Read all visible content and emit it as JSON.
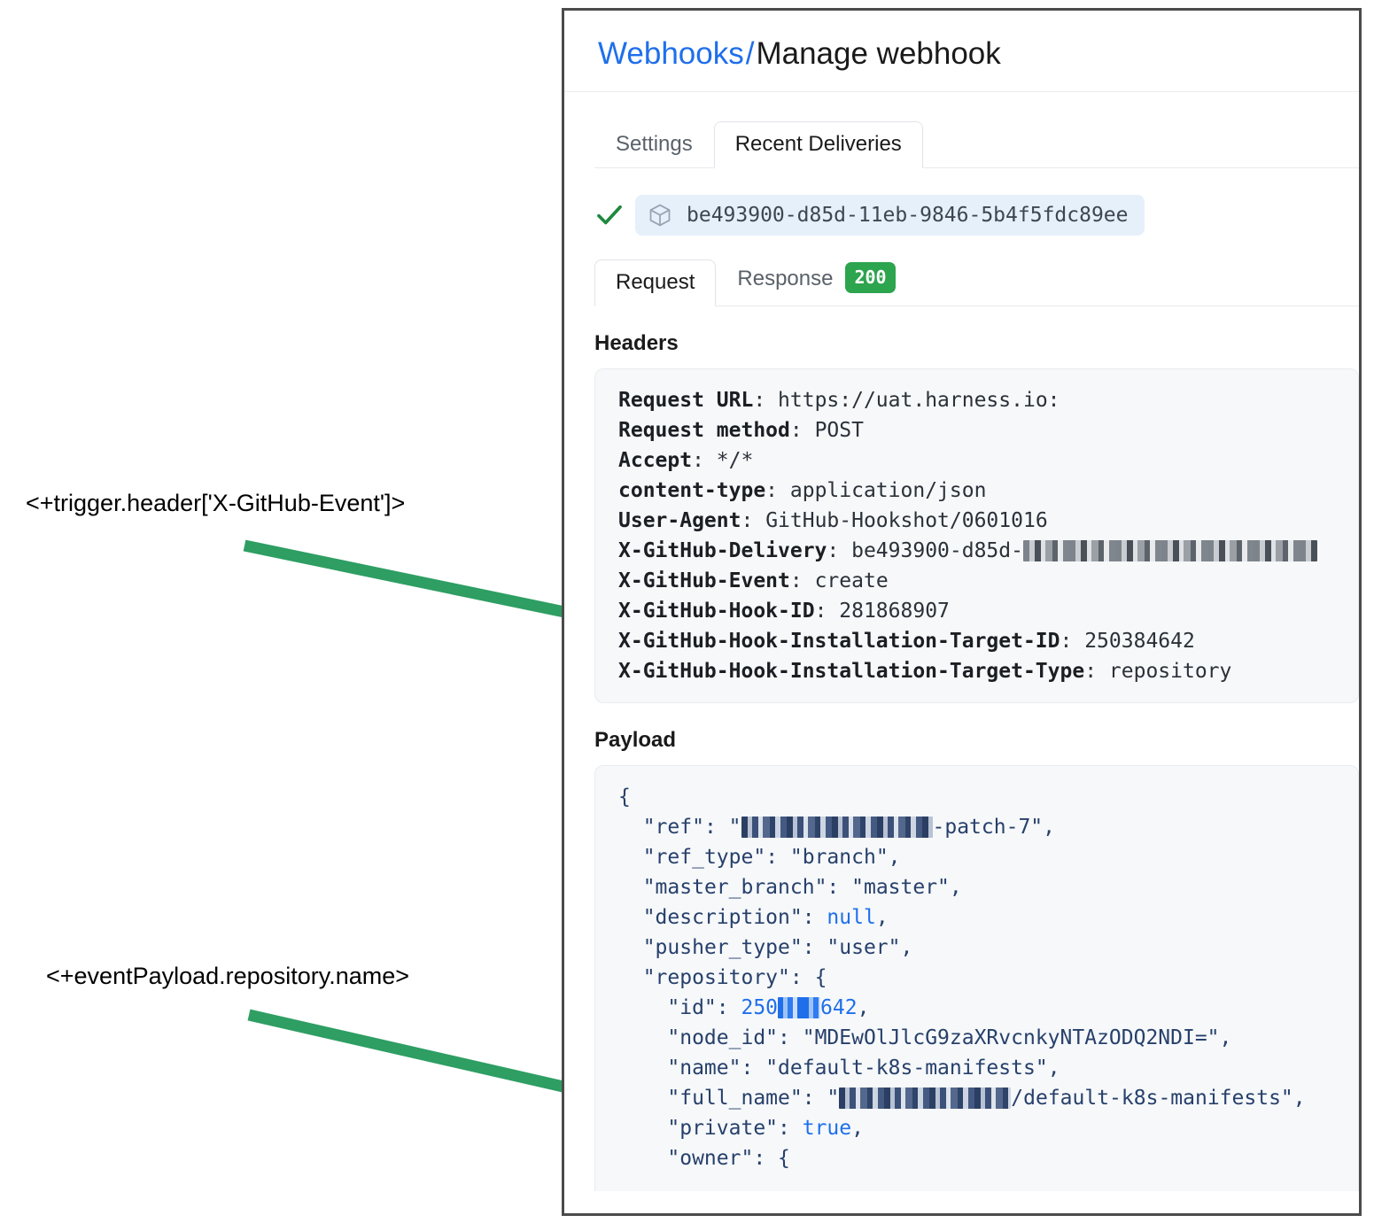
{
  "annotations": [
    {
      "id": "trigger-header",
      "text": "<+trigger.header['X-GitHub-Event']>"
    },
    {
      "id": "event-payload",
      "text": "<+eventPayload.repository.name>"
    }
  ],
  "arrow_color": "#2e9e63",
  "panel": {
    "breadcrumb": {
      "link": "Webhooks",
      "separator": "/",
      "current": "Manage webhook"
    },
    "tabs": [
      {
        "label": "Settings",
        "selected": false
      },
      {
        "label": "Recent Deliveries",
        "selected": true
      }
    ],
    "delivery": {
      "status_icon": "check-icon",
      "package_icon": "package-icon",
      "id": "be493900-d85d-11eb-9846-5b4f5fdc89ee"
    },
    "inner_tabs": [
      {
        "label": "Request",
        "selected": true
      },
      {
        "label": "Response",
        "selected": false,
        "badge": "200",
        "badge_color": "#2da44e"
      }
    ],
    "headers_label": "Headers",
    "headers": [
      {
        "key": "Request URL",
        "value": "https://uat.harness.io:"
      },
      {
        "key": "Request method",
        "value": "POST"
      },
      {
        "key": "Accept",
        "value": "*/*"
      },
      {
        "key": "content-type",
        "value": "application/json"
      },
      {
        "key": "User-Agent",
        "value": "GitHub-Hookshot/0601016"
      },
      {
        "key": "X-GitHub-Delivery",
        "value": "be493900-d85d-",
        "redacted": true
      },
      {
        "key": "X-GitHub-Event",
        "value": "create"
      },
      {
        "key": "X-GitHub-Hook-ID",
        "value": "281868907"
      },
      {
        "key": "X-GitHub-Hook-Installation-Target-ID",
        "value": "250384642"
      },
      {
        "key": "X-GitHub-Hook-Installation-Target-Type",
        "value": "repository"
      }
    ],
    "payload_label": "Payload",
    "payload_lines": [
      "{",
      "  \"ref\": \"[redacted]-patch-7\",",
      "  \"ref_type\": \"branch\",",
      "  \"master_branch\": \"master\",",
      "  \"description\": null,",
      "  \"pusher_type\": \"user\",",
      "  \"repository\": {",
      "    \"id\": 250[redacted]642,",
      "    \"node_id\": \"MDEwOlJlcG9zaXRvcnkyNTAzODQ2NDI=\",",
      "    \"name\": \"default-k8s-manifests\",",
      "    \"full_name\": \"[redacted]/default-k8s-manifests\",",
      "    \"private\": true,",
      "    \"owner\": {"
    ]
  }
}
